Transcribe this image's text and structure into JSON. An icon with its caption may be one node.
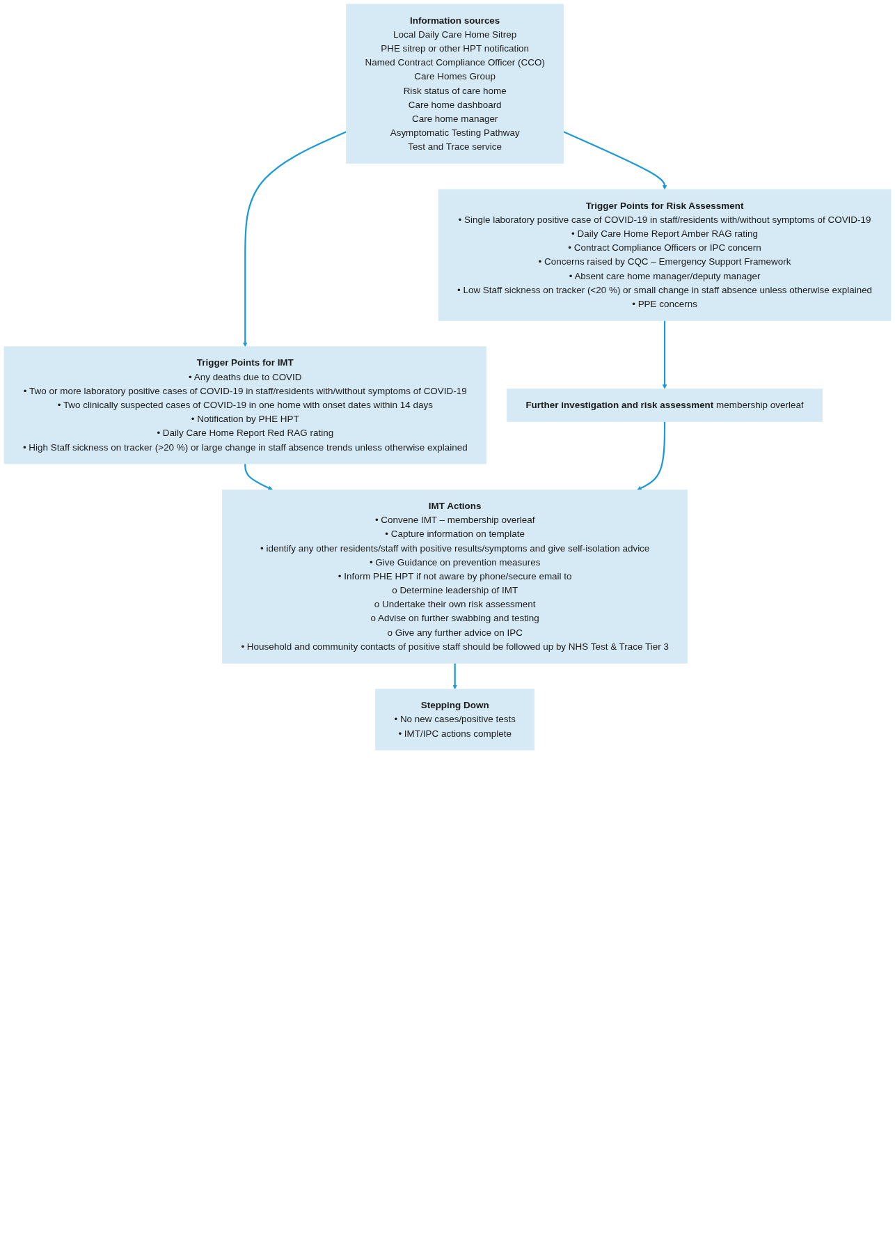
{
  "diagram": {
    "nodes": [
      {
        "text": [
          "Information sources",
          "Local Daily Care Home Sitrep",
          "PHE sitrep or other HPT notification",
          "Named Contract Compliance Officer (CCO)",
          "Care Homes Group",
          "Risk status of care home",
          "Care home dashboard",
          "Care home manager",
          "Asymptomatic Testing Pathway",
          "Test and Trace service"
        ]
      },
      {
        "text": [
          "Trigger Points for IMT",
          "• Any deaths due to COVID",
          "• Two or more laboratory positive cases of COVID-19 in staff/residents with/without symptoms of COVID-19",
          "• Two clinically suspected cases of COVID-19 in one home with onset dates within 14 days",
          "• Notification by PHE HPT",
          "• Daily Care Home Report Red RAG rating",
          "• High Staff sickness on tracker (>20 %) or large change in staff absence trends unless otherwise explained"
        ]
      },
      {
        "text": [
          "Trigger Points for Risk Assessment",
          "• Single laboratory positive case of COVID-19 in staff/residents with/without symptoms of COVID-19",
          "• Daily Care Home Report Amber RAG rating",
          "• Contract Compliance Officers or IPC concern",
          "• Concerns raised by CQC – Emergency Support Framework",
          "• Absent care home manager/deputy manager",
          "• Low Staff sickness on tracker (<20 %) or small change in staff absence unless otherwise explained",
          "• PPE concerns"
        ]
      },
      {
        "text": [
          "**Further investigation and risk assessment** membership overleaf"
        ]
      },
      {
        "text": [
          "IMT Actions",
          "• Convene IMT – membership overleaf",
          "• Capture information on template",
          "• identify any other residents/staff with positive results/symptoms and give self-isolation advice",
          "• Give Guidance on prevention measures",
          "• Inform PHE HPT if not aware by phone/secure email to",
          "o Determine leadership of IMT",
          "o Undertake their own risk assessment",
          "o Advise on further swabbing and testing",
          "o Give any further advice on IPC",
          "• Household and community contacts of positive staff should be followed up by NHS Test & Trace Tier 3"
        ]
      },
      {
        "text": [
          "Stepping Down",
          "• No new cases/positive tests",
          "• IMT/IPC actions complete"
        ]
      }
    ],
    "edges": [
      {
        "from": 0,
        "to": 1,
        "arrow": "to",
        "color": "#1a9ad6"
      },
      {
        "from": 0,
        "to": 2,
        "arrow": "to",
        "color": "#1a9ad6"
      },
      {
        "from": 1,
        "to": 4,
        "arrow": "to",
        "color": "#1a9ad6"
      },
      {
        "from": 2,
        "to": 3,
        "arrow": "to",
        "color": "#1a9ad6"
      },
      {
        "from": 3,
        "to": 4,
        "arrow": "to",
        "color": "#1a9ad6"
      },
      {
        "from": 4,
        "to": 5,
        "arrow": "to",
        "color": "#1a9ad6"
      }
    ]
  }
}
